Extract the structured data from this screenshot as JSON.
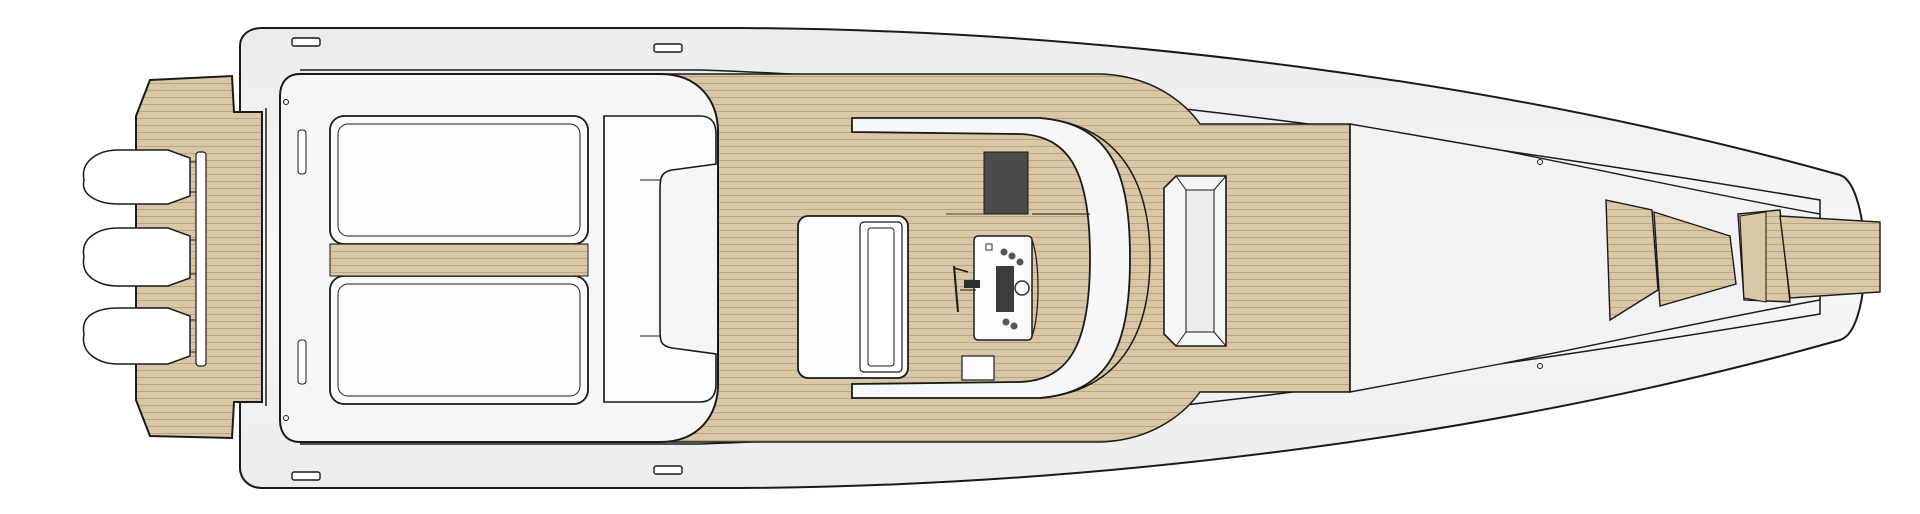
{
  "diagram": {
    "kind": "boat deck plan (top view)",
    "colors": {
      "hull": "#f4f4f4",
      "hull_shade": "#e2e2e2",
      "outline": "#1a1a1a",
      "teak": "#d9c7a6",
      "teak_line": "#b9a583",
      "seat": "#fbfbfb",
      "dark_panel": "#4a4a4a",
      "engine": "#ffffff"
    },
    "components": {
      "outboard_engine_count": 3,
      "deck_cleat_count": 4,
      "helm_gauge_count": 6
    }
  }
}
